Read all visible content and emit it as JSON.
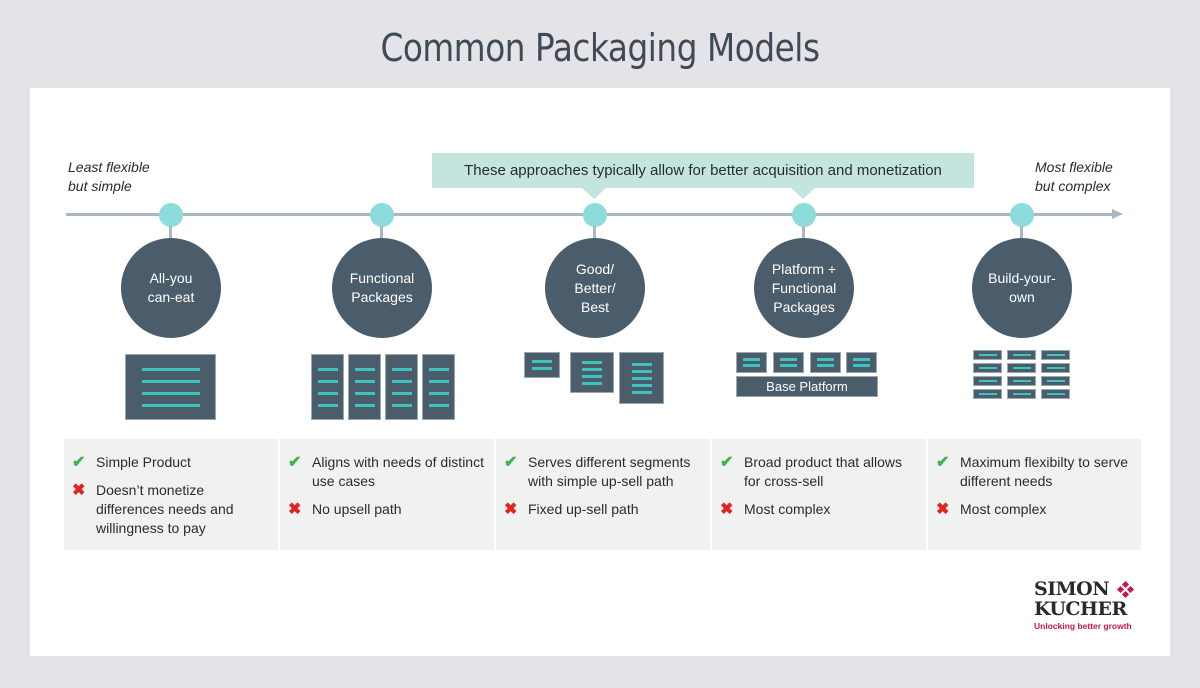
{
  "title": "Common Packaging Models",
  "axis": {
    "left_label": "Least flexible\nbut simple",
    "right_label": "Most flexible\nbut complex",
    "callout": "These approaches typically allow for better acquisition and monetization"
  },
  "colors": {
    "background": "#e4e3e8",
    "circle": "#4b5d6b",
    "dot": "#8ddbdb",
    "callout": "#c3e5de",
    "accent_line": "#3ec3c0",
    "pro": "#3cb44b",
    "con": "#e02424",
    "brand": "#c8174a"
  },
  "models": [
    {
      "name": "All-you\ncan-eat",
      "pros": [
        "Simple Product"
      ],
      "cons": [
        "Doesn’t monetize differences needs and willingness to pay"
      ]
    },
    {
      "name": "Functional\nPackages",
      "pros": [
        "Aligns with needs of distinct use cases"
      ],
      "cons": [
        "No upsell path"
      ]
    },
    {
      "name": "Good/\nBetter/\nBest",
      "pros": [
        "Serves different segments with simple up-sell path"
      ],
      "cons": [
        "Fixed up-sell path"
      ]
    },
    {
      "name": "Platform +\nFunctional\nPackages",
      "base_label": "Base Platform",
      "pros": [
        "Broad product that allows for cross-sell"
      ],
      "cons": [
        "Most complex"
      ]
    },
    {
      "name": "Build-your-\nown",
      "pros": [
        "Maximum flexibilty to serve different needs"
      ],
      "cons": [
        "Most complex"
      ]
    }
  ],
  "icons": {
    "pro": "✔",
    "con": "✖"
  },
  "logo": {
    "line1": "SIMON",
    "line2": "KUCHER",
    "tagline": "Unlocking better growth"
  }
}
